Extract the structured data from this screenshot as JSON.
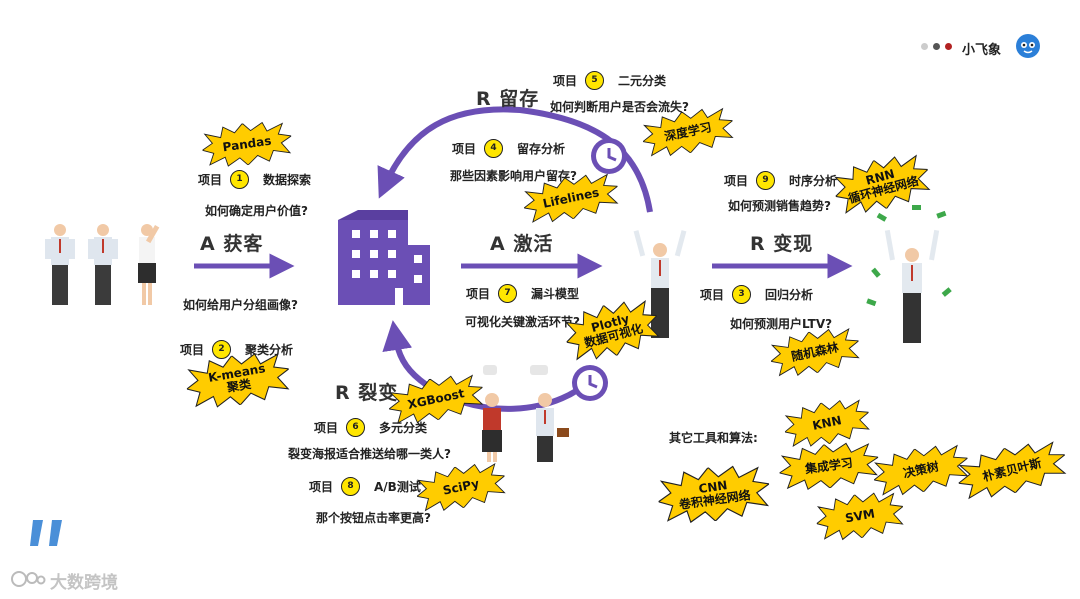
{
  "brand": {
    "name": "小飞象",
    "watermark": "大数跨境"
  },
  "stages": {
    "acquire": "A 获客",
    "activate": "A 激活",
    "retain": "R 留存",
    "revenue": "R 变现",
    "referral": "R 裂变"
  },
  "projects": [
    {
      "label": "项目",
      "num": "1",
      "name": "数据探索",
      "question": "如何确定用户价值?"
    },
    {
      "label": "项目",
      "num": "2",
      "name": "聚类分析",
      "question": "如何给用户分组画像?"
    },
    {
      "label": "项目",
      "num": "3",
      "name": "回归分析",
      "question": "如何预测用户LTV?"
    },
    {
      "label": "项目",
      "num": "4",
      "name": "留存分析",
      "question": "那些因素影响用户留存?"
    },
    {
      "label": "项目",
      "num": "5",
      "name": "二元分类",
      "question": "如何判断用户是否会流失?"
    },
    {
      "label": "项目",
      "num": "6",
      "name": "多元分类",
      "question": "裂变海报适合推送给哪一类人?"
    },
    {
      "label": "项目",
      "num": "7",
      "name": "漏斗模型",
      "question": "可视化关键激活环节?"
    },
    {
      "label": "项目",
      "num": "8",
      "name": "A/B测试",
      "question": "那个按钮点击率更高?"
    },
    {
      "label": "项目",
      "num": "9",
      "name": "时序分析",
      "question": "如何预测销售趋势?"
    }
  ],
  "tools": {
    "pandas": "Pandas",
    "kmeans_1": "K-means",
    "kmeans_2": "聚类",
    "lifelines": "Lifelines",
    "deep_learning": "深度学习",
    "plotly_1": "Plotly",
    "plotly_2": "数据可视化",
    "rnn_1": "RNN",
    "rnn_2": "循环神经网络",
    "random_forest": "随机森林",
    "xgboost": "XGBoost",
    "scipy": "SciPy"
  },
  "other": {
    "title": "其它工具和算法:",
    "knn": "KNN",
    "ensemble": "集成学习",
    "decision_tree": "决策树",
    "naive_bayes": "朴素贝叶斯",
    "cnn_1": "CNN",
    "cnn_2": "卷积神经网络",
    "svm": "SVM"
  },
  "colors": {
    "accent": "#6b4fb5",
    "badge": "#ffcc00",
    "dots": [
      "#cccccc",
      "#555555",
      "#b22222"
    ]
  }
}
